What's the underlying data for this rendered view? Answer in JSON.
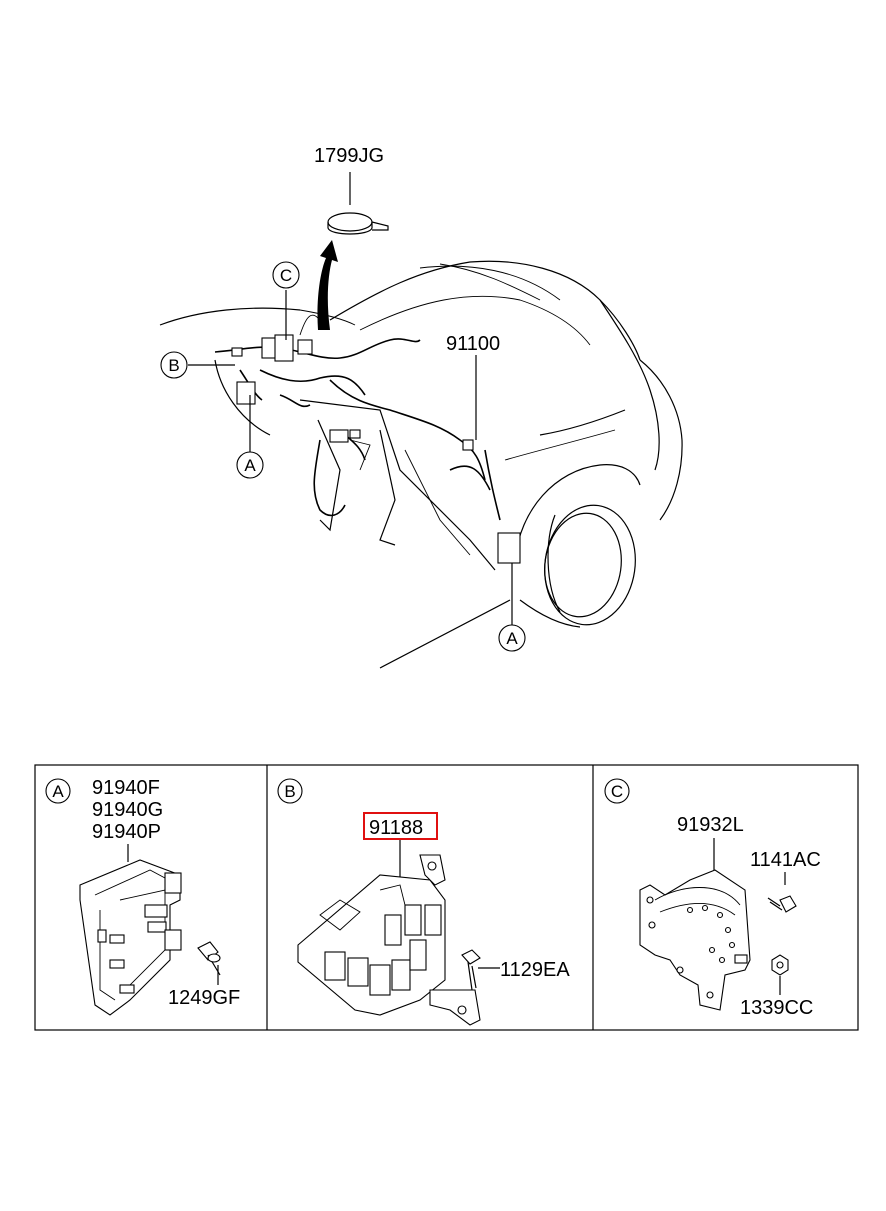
{
  "callouts": {
    "clamp": "1799JG",
    "harness": "91100",
    "circle_a": "A",
    "circle_b": "B",
    "circle_c": "C"
  },
  "details": [
    {
      "letter": "A",
      "parts": [
        "91940F",
        "91940G",
        "91940P"
      ],
      "fastener": "1249GF"
    },
    {
      "letter": "B",
      "parts": [
        "91188"
      ],
      "fastener": "1129EA"
    },
    {
      "letter": "C",
      "parts": [
        "91932L"
      ],
      "fastener": "1141AC",
      "fastener2": "1339CC"
    }
  ],
  "highlight_color": "#e01010"
}
